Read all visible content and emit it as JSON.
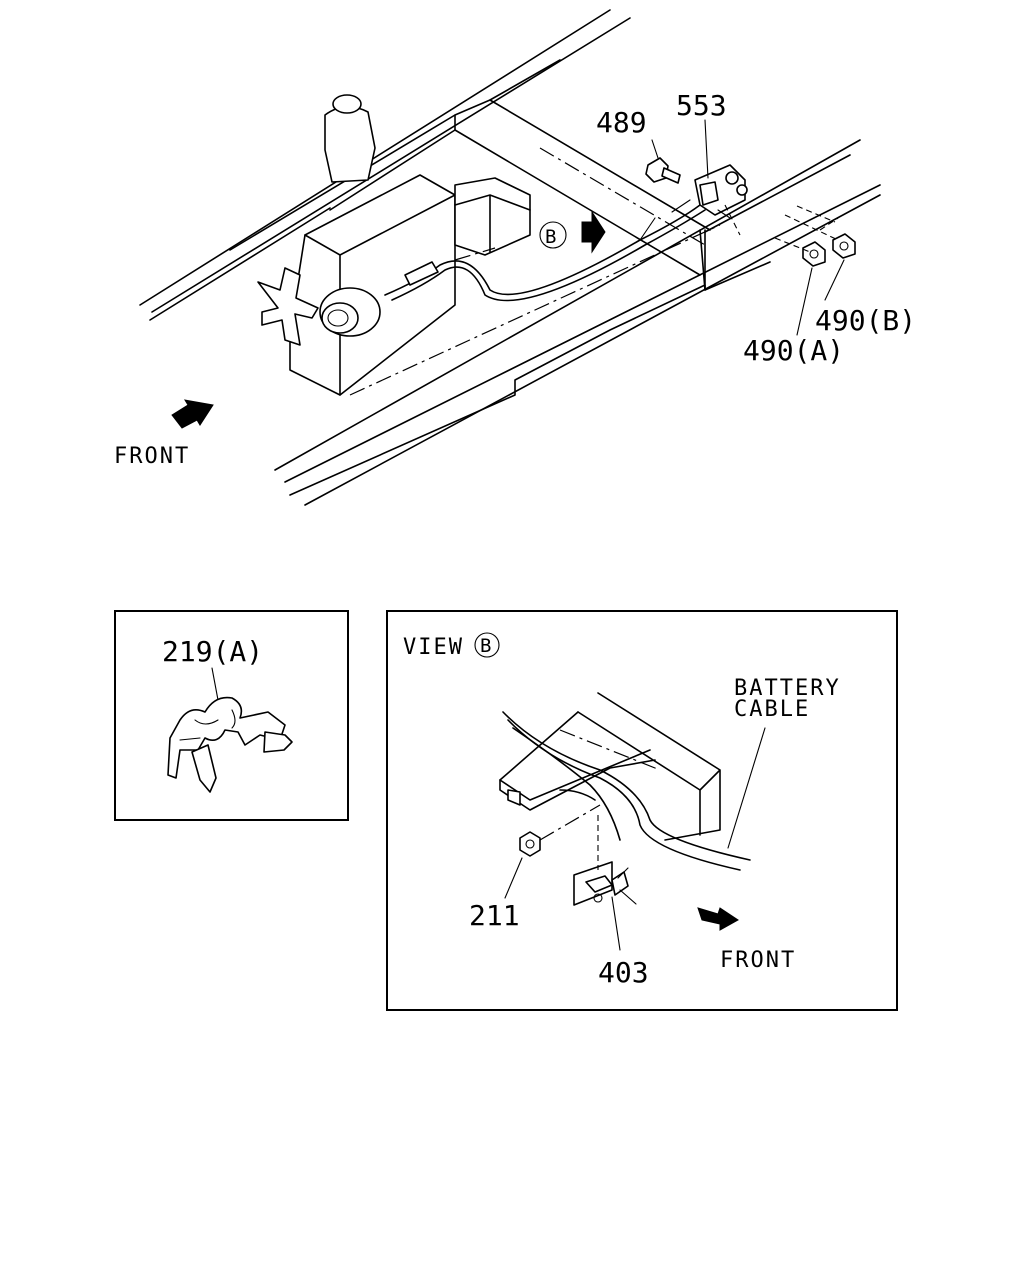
{
  "labels": {
    "part_489": "489",
    "part_553": "553",
    "part_490a": "490(A)",
    "part_490b": "490(B)",
    "view_marker": "B",
    "front_main": "FRONT",
    "part_219a": "219(A)",
    "view_title": "VIEW",
    "view_title_marker": "B",
    "battery_cable_line1": "BATTERY",
    "battery_cable_line2": "CABLE",
    "part_211": "211",
    "part_403": "403",
    "front_view": "FRONT"
  }
}
